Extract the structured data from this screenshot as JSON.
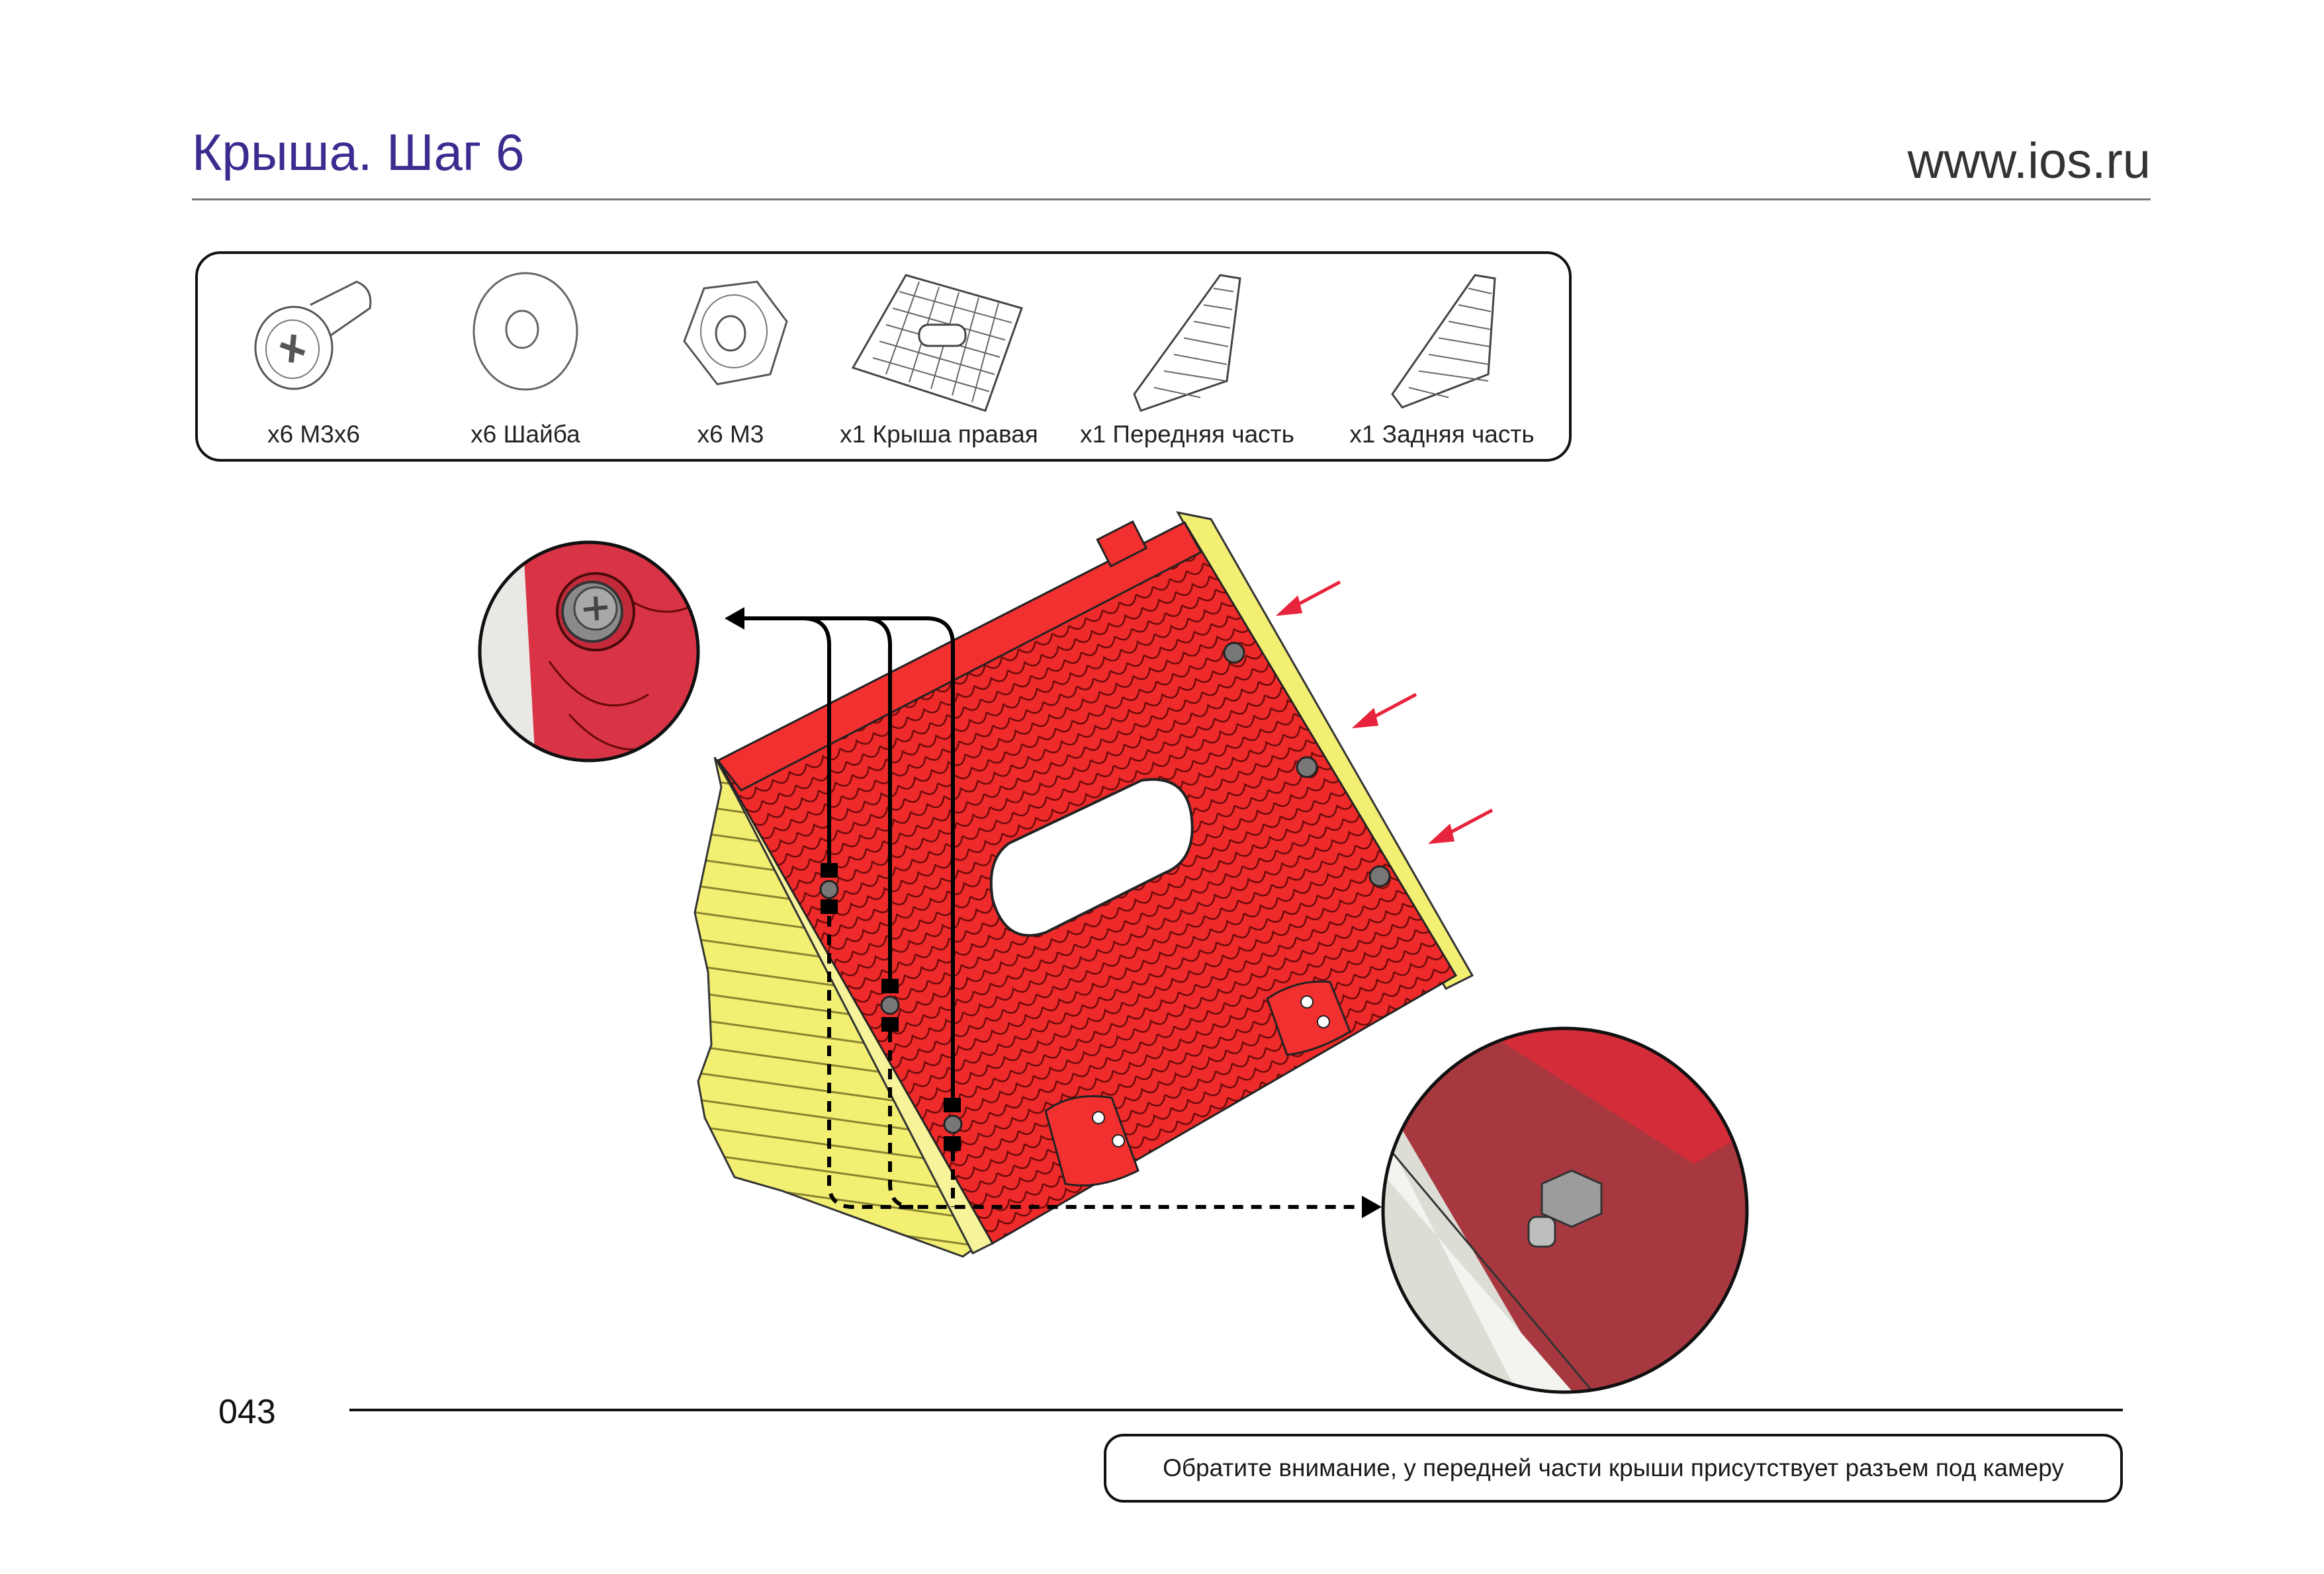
{
  "header": {
    "title": "Крыша. Шаг 6",
    "website": "www.ios.ru"
  },
  "parts": [
    {
      "icon": "screw-icon",
      "label": "x6 M3x6"
    },
    {
      "icon": "washer-icon",
      "label": "x6 Шайба"
    },
    {
      "icon": "nut-icon",
      "label": "x6 M3"
    },
    {
      "icon": "roof-panel-icon",
      "label": "x1 Крыша правая"
    },
    {
      "icon": "front-gable-icon",
      "label": "x1 Передняя часть"
    },
    {
      "icon": "rear-gable-icon",
      "label": "x1 Задняя часть"
    }
  ],
  "illustration": {
    "roof_color": "#ee2a2a",
    "gable_color": "#f2ef72",
    "arrow_color": "#e8243c",
    "callout_fill": "#d93346"
  },
  "footer": {
    "page_number": "043",
    "note": "Обратите внимание, у передней части крыши присутствует разъем под камеру"
  }
}
